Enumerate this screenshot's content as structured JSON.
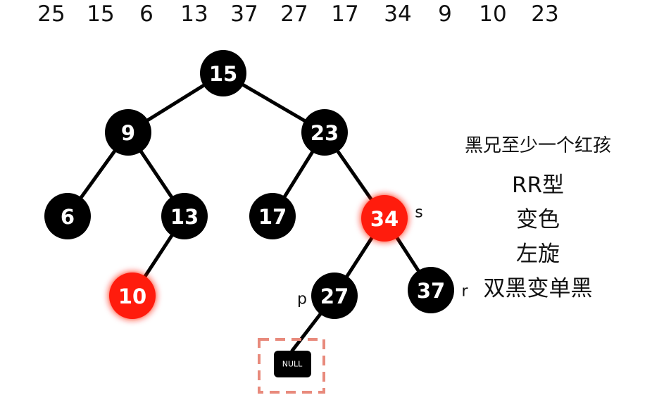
{
  "sequence": [
    "25",
    "15",
    "6",
    "13",
    "37",
    "27",
    "17",
    "34",
    "9",
    "10",
    "23"
  ],
  "colors": {
    "black_node": "#000000",
    "red_node": "#ff1a0d",
    "highlight_box": "#e88a7c"
  },
  "tree": {
    "nodes": [
      {
        "id": "n15",
        "value": "15",
        "color": "black"
      },
      {
        "id": "n9",
        "value": "9",
        "color": "black"
      },
      {
        "id": "n23",
        "value": "23",
        "color": "black"
      },
      {
        "id": "n6",
        "value": "6",
        "color": "black"
      },
      {
        "id": "n13",
        "value": "13",
        "color": "black"
      },
      {
        "id": "n17",
        "value": "17",
        "color": "black"
      },
      {
        "id": "n34",
        "value": "34",
        "color": "red",
        "tag": "s"
      },
      {
        "id": "n10",
        "value": "10",
        "color": "red"
      },
      {
        "id": "n27",
        "value": "27",
        "color": "black",
        "tag": "p"
      },
      {
        "id": "n37",
        "value": "37",
        "color": "black",
        "tag": "r"
      }
    ],
    "edges": [
      [
        "n15",
        "n9"
      ],
      [
        "n15",
        "n23"
      ],
      [
        "n9",
        "n6"
      ],
      [
        "n9",
        "n13"
      ],
      [
        "n13",
        "n10"
      ],
      [
        "n23",
        "n17"
      ],
      [
        "n23",
        "n34"
      ],
      [
        "n34",
        "n27"
      ],
      [
        "n34",
        "n37"
      ],
      [
        "n27",
        "null"
      ]
    ],
    "null_label": "NULL"
  },
  "notes": {
    "heading": "黑兄至少一个红孩",
    "lines": [
      "RR型",
      "变色",
      "左旋",
      "双黑变单黑"
    ]
  }
}
